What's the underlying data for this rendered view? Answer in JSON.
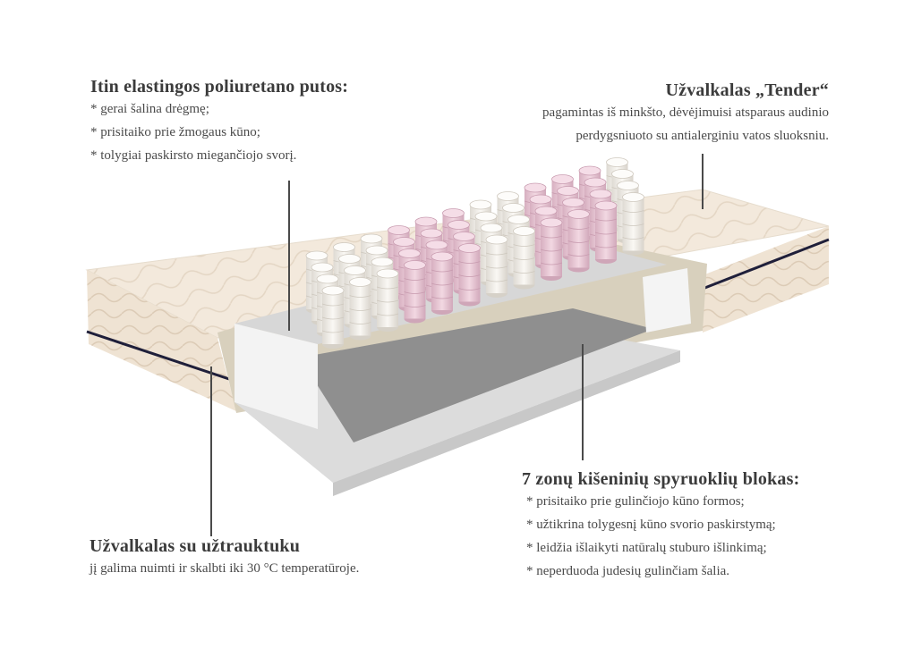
{
  "callouts": {
    "foam": {
      "title": "Itin elastingos poliuretano putos:",
      "lines": [
        "* gerai šalina drėgmę;",
        "* prisitaiko prie žmogaus kūno;",
        "* tolygiai paskirsto miegančiojo svorį."
      ]
    },
    "tender": {
      "title": "Užvalkalas „Tender“",
      "lines": [
        "pagamintas iš minkšto, dėvėjimuisi atsparaus audinio",
        "perdygsniuoto su antialerginiu vatos sluoksniu."
      ]
    },
    "zipper": {
      "title": "Užvalkalas su užtrauktuku",
      "lines": [
        "jį galima nuimti ir skalbti iki 30 °C temperatūroje."
      ]
    },
    "springs": {
      "title": "7 zonų kišeninių spyruoklių blokas:",
      "lines": [
        "* prisitaiko prie gulinčiojo kūno formos;",
        "* užtikrina tolygesnį kūno svorio paskirstymą;",
        "* leidžia išlaikyti natūralų stuburo išlinkimą;",
        "* neperduoda judesių gulinčiam šalia."
      ]
    }
  },
  "colors": {
    "fabric": "#f3e9dc",
    "piping": "#1f1f3a",
    "spring_white": "#f4f1ec",
    "spring_pink": "#e7c5d3",
    "foam_grey": "#d9d9d9",
    "felt": "#8f8f8f",
    "text": "#3a3a3a"
  }
}
